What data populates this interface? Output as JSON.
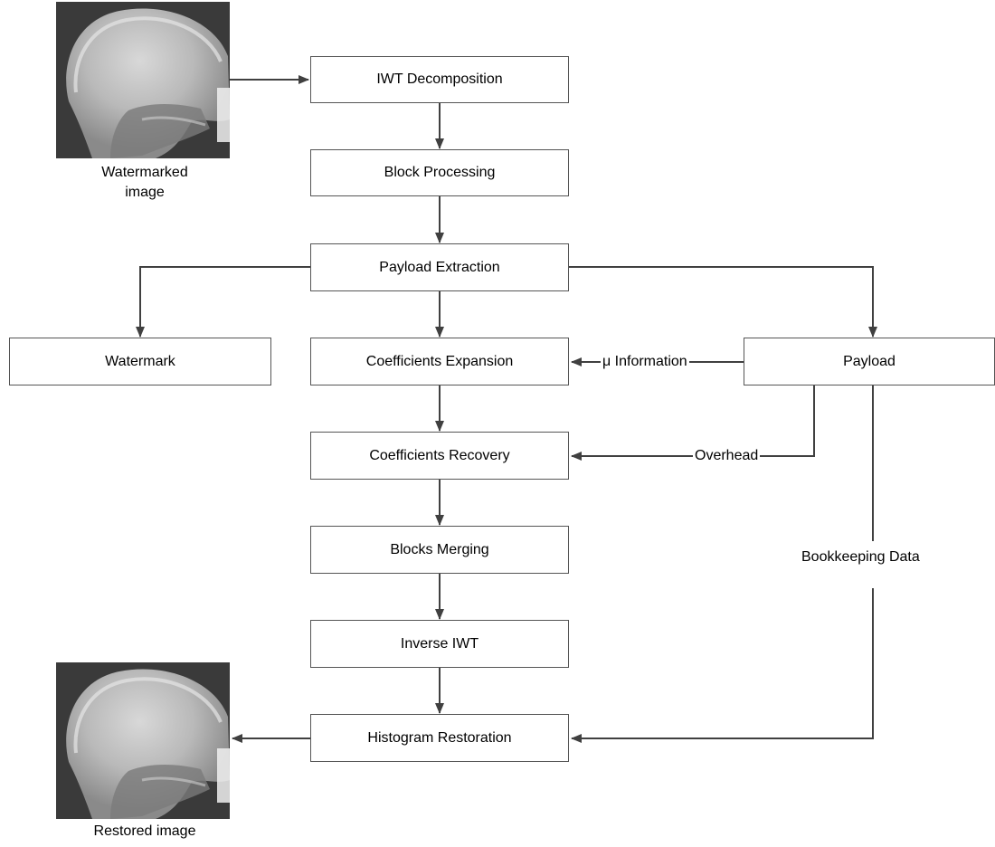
{
  "diagram": {
    "boxes": {
      "iwt_decomposition": "IWT Decomposition",
      "block_processing": "Block Processing",
      "payload_extraction": "Payload Extraction",
      "watermark": "Watermark",
      "coefficients_expansion": "Coefficients Expansion",
      "payload": "Payload",
      "coefficients_recovery": "Coefficients Recovery",
      "blocks_merging": "Blocks Merging",
      "inverse_iwt": "Inverse IWT",
      "histogram_restoration": "Histogram Restoration"
    },
    "edge_labels": {
      "mu_information": "μ Information",
      "overhead": "Overhead",
      "bookkeeping_data": "Bookkeeping Data"
    },
    "images": {
      "watermarked_caption_line1": "Watermarked",
      "watermarked_caption_line2": "image",
      "restored_caption": "Restored image"
    },
    "colors": {
      "line": "#404040",
      "box_border": "#555555",
      "xray_bg": "#3a3a3a"
    }
  }
}
